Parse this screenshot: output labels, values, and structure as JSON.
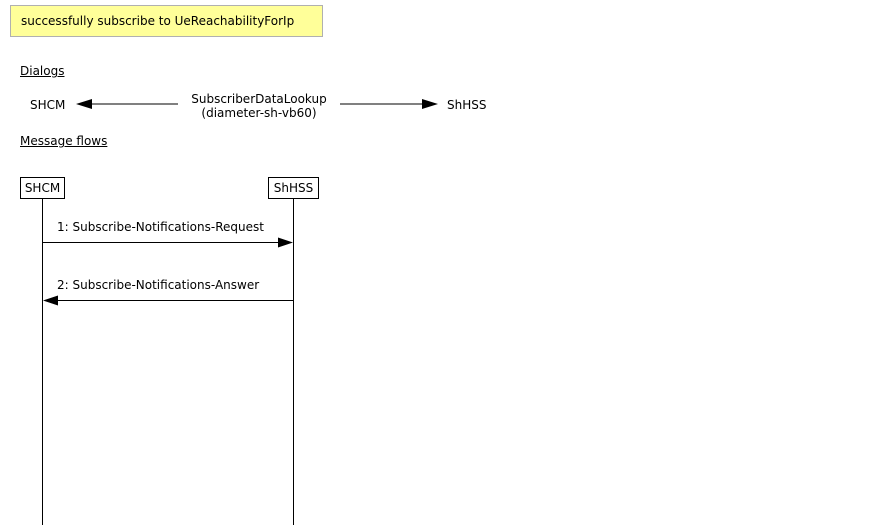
{
  "note": {
    "text": "successfully subscribe to UeReachabilityForIp",
    "background": "#ffff99"
  },
  "dialogs": {
    "heading": "Dialogs",
    "left_participant": "SHCM",
    "right_participant": "ShHSS",
    "dialog_name": "SubscriberDataLookup",
    "dialog_detail": "(diameter-sh-vb60)"
  },
  "message_flows": {
    "heading": "Message flows",
    "participants": [
      {
        "label": "SHCM"
      },
      {
        "label": "ShHSS"
      }
    ],
    "messages": [
      {
        "label": "1: Subscribe-Notifications-Request",
        "direction": "right"
      },
      {
        "label": "2: Subscribe-Notifications-Answer",
        "direction": "left"
      }
    ]
  }
}
